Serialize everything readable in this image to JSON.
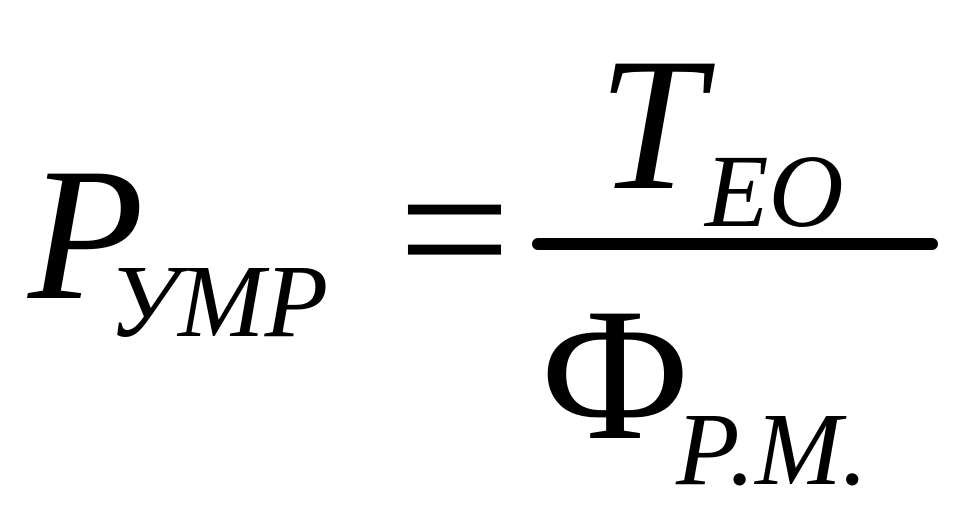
{
  "formula": {
    "lhs": {
      "symbol": "P",
      "subscript": "УМР"
    },
    "operator": "=",
    "fraction": {
      "numerator": {
        "symbol": "T",
        "subscript": "ЕО"
      },
      "denominator": {
        "symbol": "Ф",
        "subscript": "Р.М."
      }
    }
  }
}
